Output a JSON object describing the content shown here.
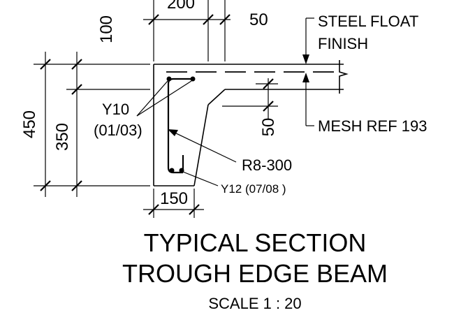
{
  "dimensions": {
    "top_200": "200",
    "top_50": "50",
    "left_100": "100",
    "left_450": "450",
    "left_350": "350",
    "inner_50": "50",
    "bottom_150": "150"
  },
  "callouts": {
    "steel_float_line1": "STEEL FLOAT",
    "steel_float_line2": "FINISH",
    "mesh_ref": "MESH REF 193",
    "y10_line1": "Y10",
    "y10_line2": "(01/03)",
    "r8": "R8-300",
    "y12": "Y12 (07/08 )"
  },
  "title": {
    "line1": "TYPICAL SECTION",
    "line2": "TROUGH EDGE BEAM",
    "scale": "SCALE 1 : 20"
  }
}
